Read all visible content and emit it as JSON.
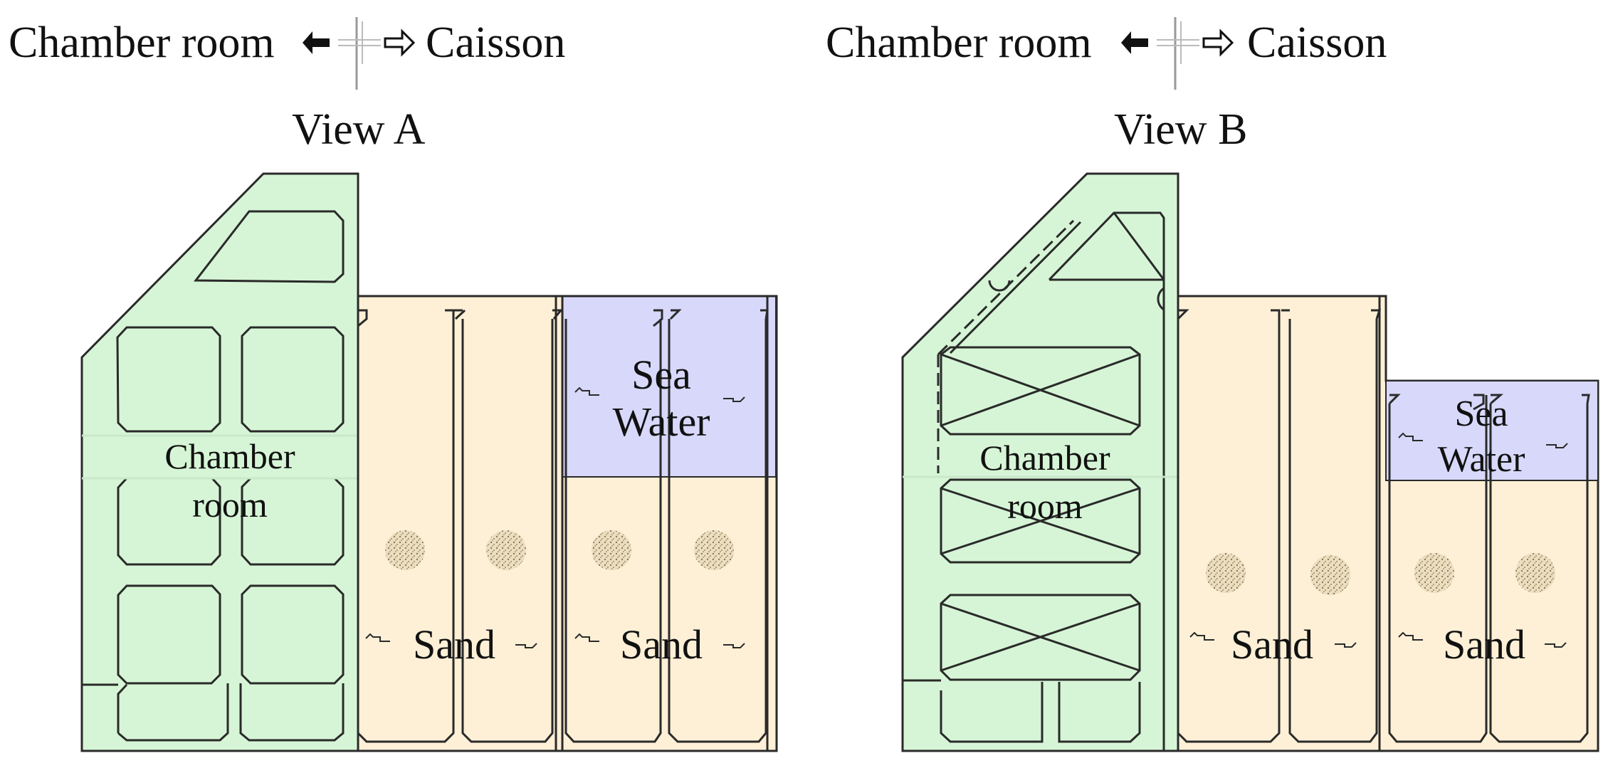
{
  "diagram": {
    "colors": {
      "chamber_fill": "#d6f5d6",
      "sand_fill": "#fdf0d6",
      "water_fill": "#d8d8fb",
      "outline": "#2a2a2a"
    },
    "views": [
      {
        "direction_left": "Chamber room",
        "direction_right": "Caisson",
        "title": "View A",
        "chamber_line1": "Chamber",
        "chamber_line2": "room",
        "water_line1": "Sea",
        "water_line2": "Water",
        "sand_left": "Sand",
        "sand_right": "Sand"
      },
      {
        "direction_left": "Chamber room",
        "direction_right": "Caisson",
        "title": "View B",
        "chamber_line1": "Chamber",
        "chamber_line2": "room",
        "water_line1": "Sea",
        "water_line2": "Water",
        "sand_left": "Sand",
        "sand_right": "Sand"
      }
    ]
  }
}
